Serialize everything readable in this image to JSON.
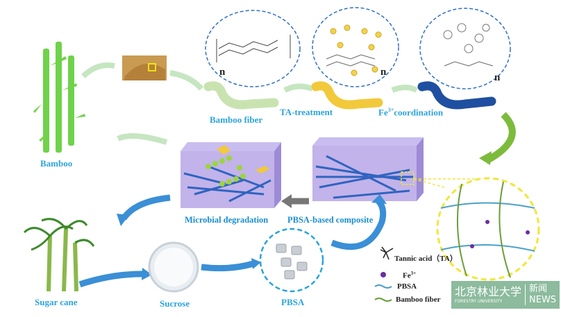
{
  "labels": {
    "bamboo": "Bamboo",
    "bamboo_fiber": "Bamboo fiber",
    "ta_treatment": "TA-treatment",
    "fe_coordination": "Fe",
    "fe_sup": "3+",
    "fe_coordination_rest": "coordination",
    "microbial_degradation": "Microbial degradation",
    "pbsa_composite": "PBSA-based composite",
    "sugar_cane": "Sugar cane",
    "sucrose": "Sucrose",
    "pbsa": "PBSA",
    "n1": "n",
    "n2": "n",
    "n3": "n"
  },
  "legend": {
    "tannic_acid": "Tannic acid（TA）",
    "fe": "Fe",
    "fe_sup": "3+",
    "pbsa": "PBSA",
    "bamboo_fiber": "Bamboo fiber"
  },
  "watermark": {
    "chinese": "北京林业大学",
    "english": "FORESTRY UNIVERSITY",
    "news_cn": "新闻",
    "news_en": "NEWS"
  },
  "colors": {
    "label_blue": "#2aa3dc",
    "arrow_blue": "#3a8fd6",
    "arrow_green": "#7dbb3c",
    "fiber_green": "#c9e3b0",
    "fiber_yellow": "#f2c93a",
    "fiber_blue": "#1f4fa0",
    "box_purple": "#b7a6e6",
    "circle_yellow": "#f2e63a"
  }
}
